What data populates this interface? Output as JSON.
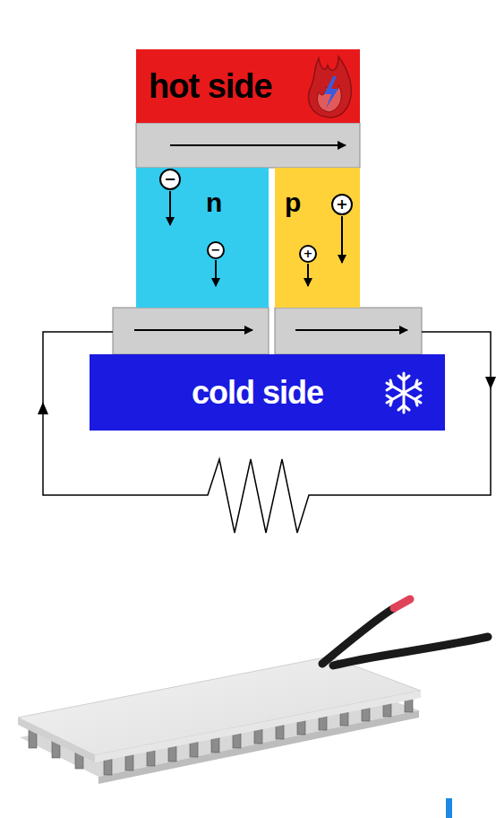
{
  "diagram": {
    "nodes": [
      {
        "text": [
          "hot side"
        ]
      },
      {
        "text": [
          "n"
        ]
      },
      {
        "text": [
          "p"
        ]
      },
      {
        "text": [
          "cold side"
        ]
      }
    ],
    "labels": [
      "−",
      "−",
      "+",
      "+"
    ]
  }
}
